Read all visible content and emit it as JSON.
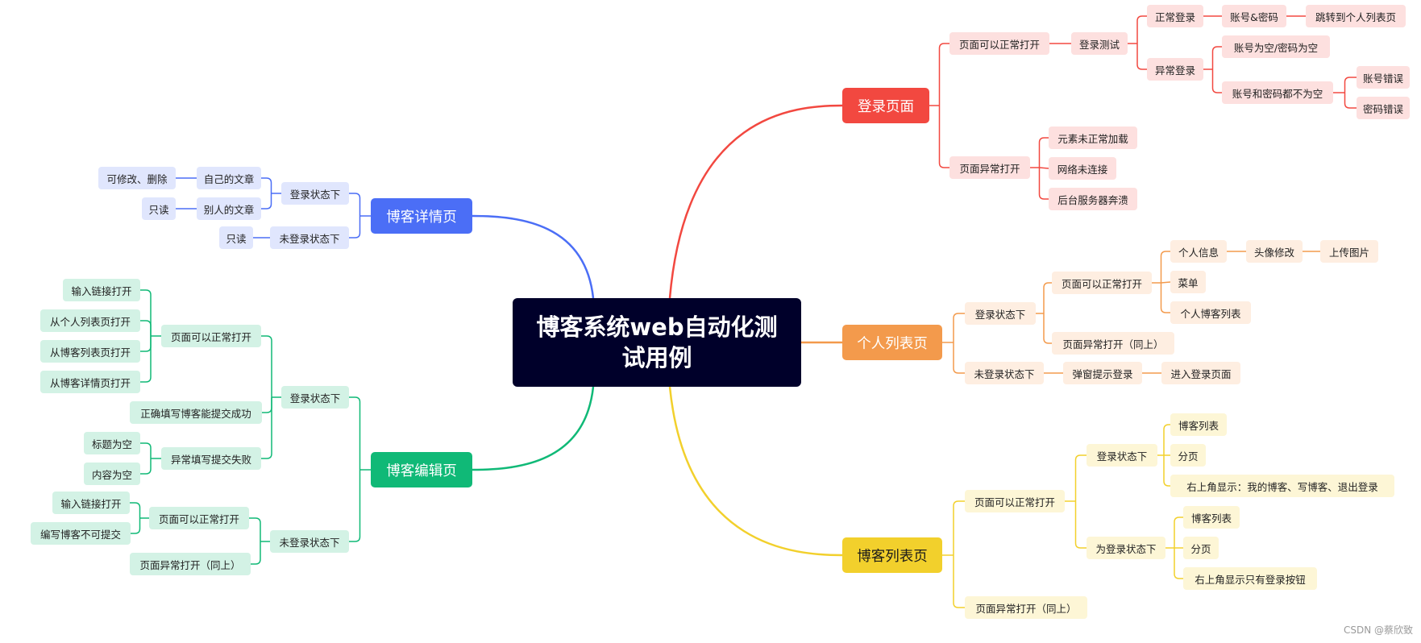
{
  "title": "博客系统web自动化测试用例",
  "colors": {
    "login": "#f24840",
    "personal": "#f39a4c",
    "bloglist": "#f2d02c",
    "detail": "#4b6ef6",
    "edit": "#10b977",
    "center": "#00002a"
  },
  "login": {
    "label": "登录页面",
    "open_normal": "页面可以正常打开",
    "login_test": "登录测试",
    "normal_login": "正常登录",
    "account_pwd": "账号&密码",
    "jump_personal": "跳转到个人列表页",
    "abnormal_login": "异常登录",
    "empty": "账号为空/密码为空",
    "not_empty": "账号和密码都不为空",
    "account_err": "账号错误",
    "pwd_err": "密码错误",
    "open_abnormal": "页面异常打开",
    "elem_fail": "元素未正常加载",
    "net_fail": "网络未连接",
    "server_crash": "后台服务器奔溃"
  },
  "personal": {
    "label": "个人列表页",
    "logged": "登录状态下",
    "open_normal": "页面可以正常打开",
    "info": "个人信息",
    "avatar": "头像修改",
    "upload": "上传图片",
    "menu": "菜单",
    "blog_list": "个人博客列表",
    "open_abnormal": "页面异常打开（同上）",
    "not_logged": "未登录状态下",
    "popup": "弹窗提示登录",
    "enter_login": "进入登录页面"
  },
  "bloglist": {
    "label": "博客列表页",
    "open_normal": "页面可以正常打开",
    "logged": "登录状态下",
    "list": "博客列表",
    "paging": "分页",
    "top_right": "右上角显示：我的博客、写博客、退出登录",
    "not_logged": "为登录状态下",
    "list2": "博客列表",
    "paging2": "分页",
    "top_right2": "右上角显示只有登录按钮",
    "open_abnormal": "页面异常打开（同上）"
  },
  "detail": {
    "label": "博客详情页",
    "logged": "登录状态下",
    "own": "自己的文章",
    "editable": "可修改、删除",
    "others": "别人的文章",
    "readonly1": "只读",
    "not_logged": "未登录状态下",
    "readonly2": "只读"
  },
  "edit": {
    "label": "博客编辑页",
    "logged": "登录状态下",
    "open_normal": "页面可以正常打开",
    "o1": "输入链接打开",
    "o2": "从个人列表页打开",
    "o3": "从博客列表页打开",
    "o4": "从博客详情页打开",
    "fill_ok": "正确填写博客能提交成功",
    "fill_bad": "异常填写提交失败",
    "title_empty": "标题为空",
    "content_empty": "内容为空",
    "not_logged": "未登录状态下",
    "open_normal2": "页面可以正常打开",
    "link_open": "输入链接打开",
    "cannot_submit": "编写博客不可提交",
    "open_abnormal": "页面异常打开（同上）"
  },
  "watermark": "CSDN @蔡欣致"
}
